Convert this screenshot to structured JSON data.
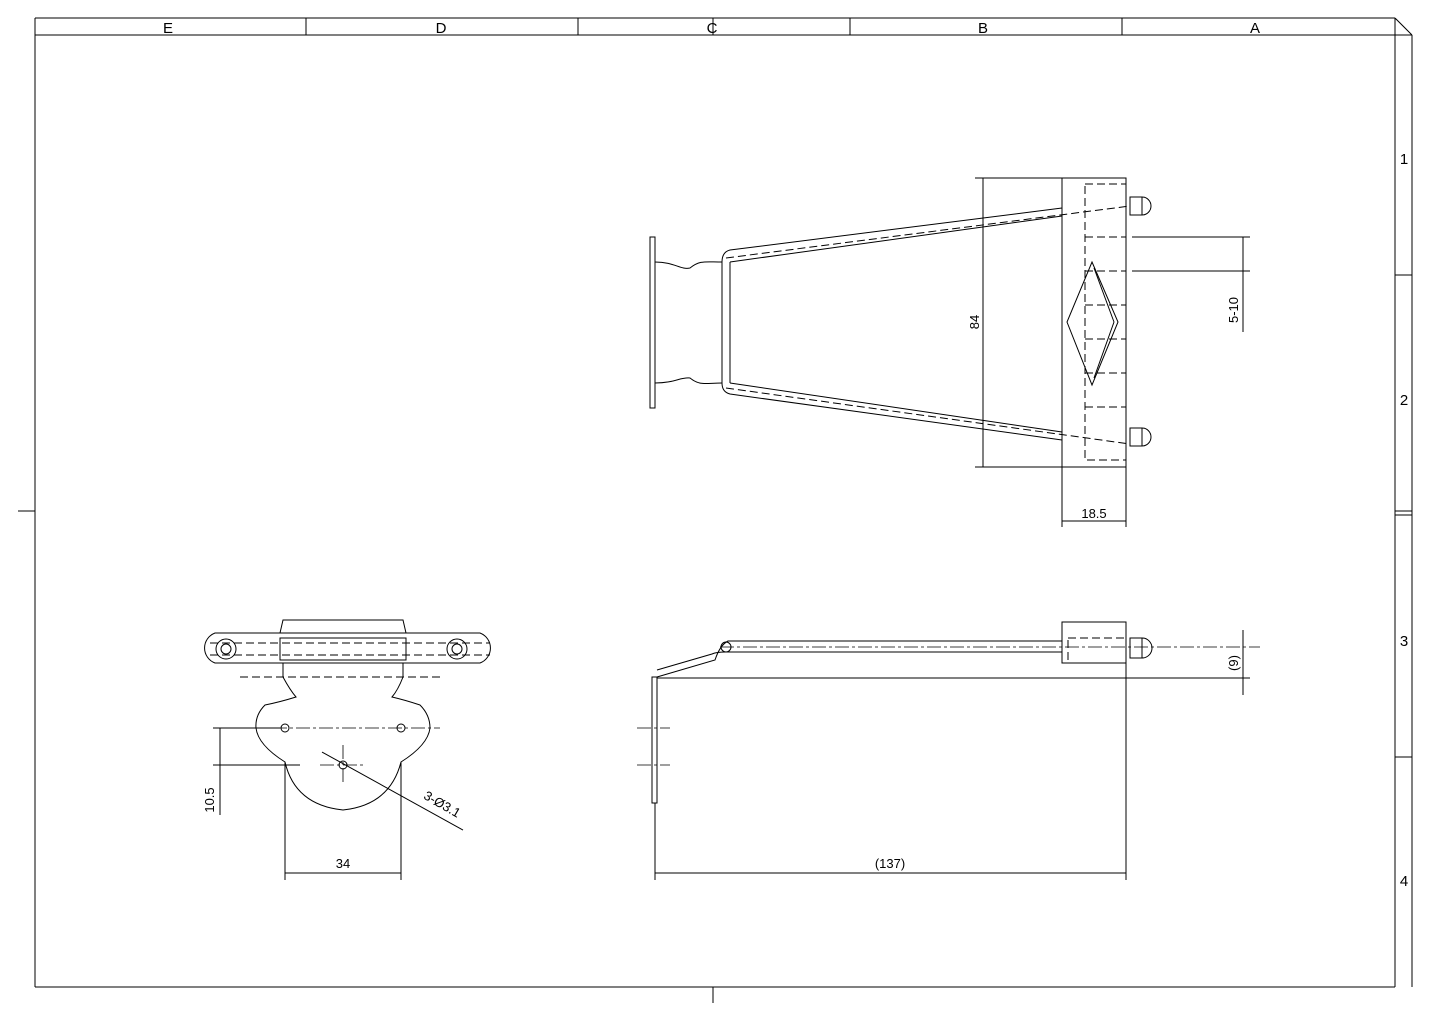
{
  "frame": {
    "columns": [
      "E",
      "D",
      "C",
      "B",
      "A"
    ],
    "rows": [
      "1",
      "2",
      "3",
      "4"
    ]
  },
  "dimensions": {
    "height_84": "84",
    "spacing": "5-10",
    "block_width": "18.5",
    "side_height": "(9)",
    "length": "(137)",
    "hole_offset": "10.5",
    "hole_spacing": "34",
    "holes": "3-Ø3.1"
  }
}
